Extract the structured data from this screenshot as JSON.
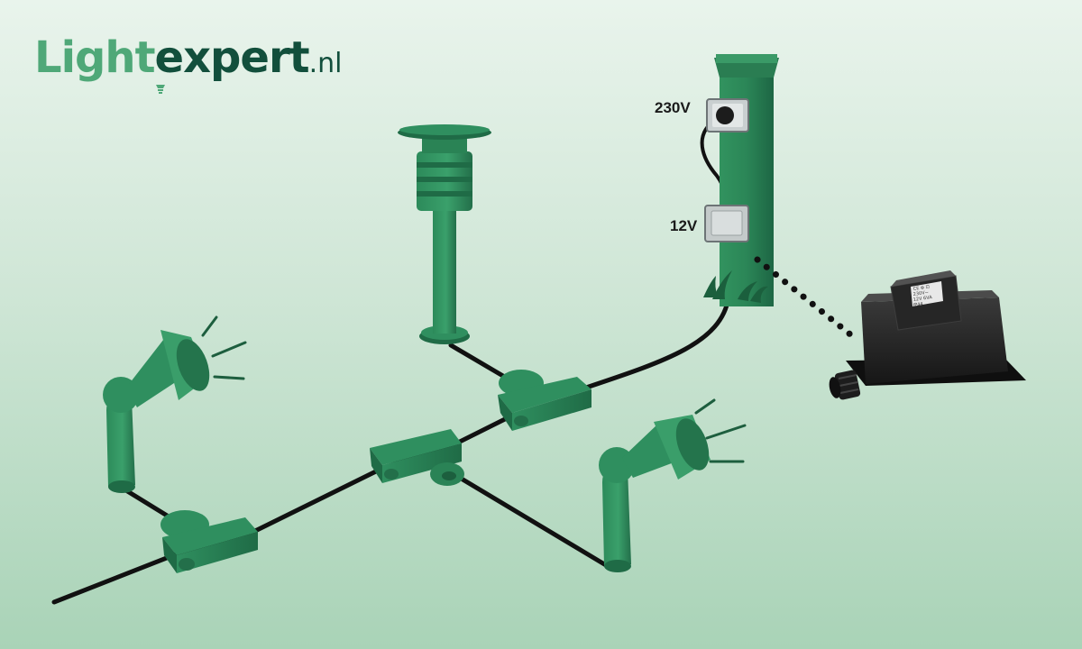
{
  "brand": {
    "part1": "Light",
    "part2": "expert",
    "tld": ".nl"
  },
  "labels": {
    "mains_voltage": "230V",
    "low_voltage": "12V"
  },
  "transformer_label_lines": [
    "CE ⊕ ⊡",
    "230V~",
    "12V 6VA",
    "IP44"
  ],
  "colors": {
    "component_green": "#2f8f5f",
    "component_dark": "#1f6b46",
    "cable": "#111111",
    "transformer": "#222222",
    "brand_light": "#4fa878",
    "brand_dark": "#124f3c"
  },
  "icons": [
    "plug-icon",
    "bulb-icon",
    "grass-icon",
    "light-rays-icon"
  ]
}
